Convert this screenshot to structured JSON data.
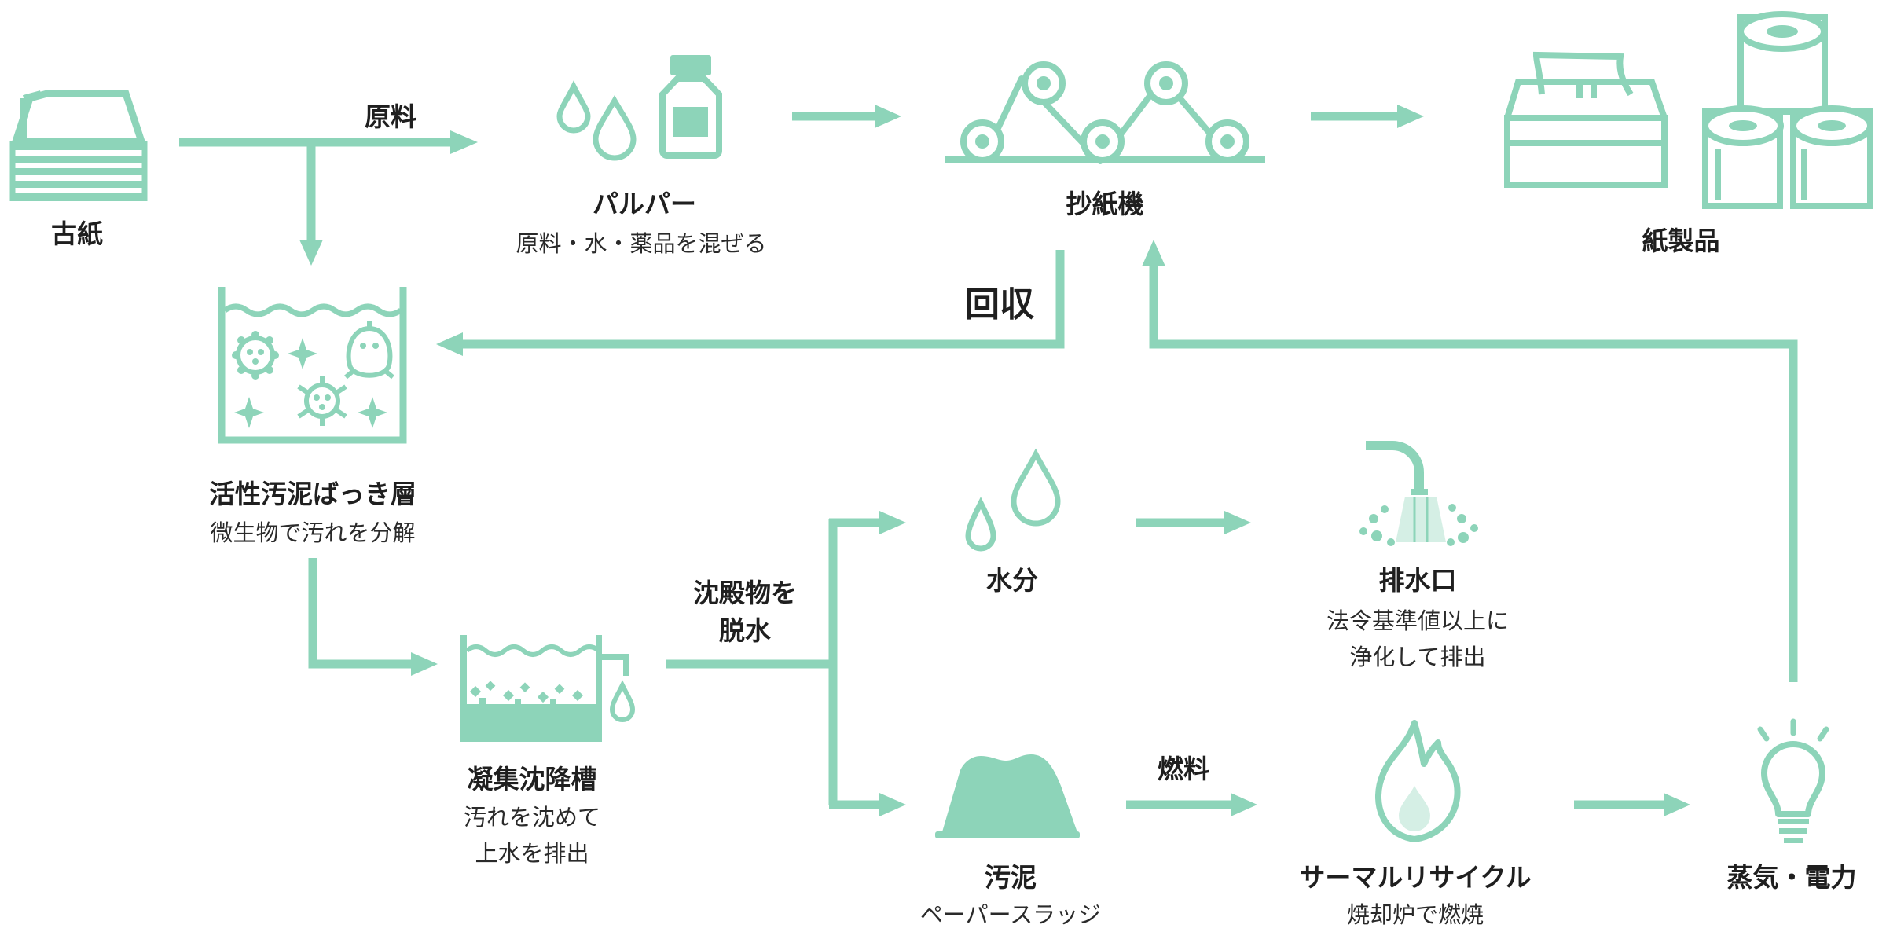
{
  "accent_color": "#8dd4b9",
  "accent_light": "#d5efe5",
  "nodes": {
    "koshi": {
      "title": "古紙"
    },
    "pulper": {
      "title": "パルパー",
      "desc": "原料・水・薬品を混ぜる"
    },
    "papermachine": {
      "title": "抄紙機"
    },
    "products": {
      "title": "紙製品"
    },
    "activated_sludge": {
      "title": "活性汚泥ばっき層",
      "desc": "微生物で汚れを分解"
    },
    "settling_tank": {
      "title": "凝集沈降槽",
      "desc_line1": "汚れを沈めて",
      "desc_line2": "上水を排出"
    },
    "water": {
      "title": "水分"
    },
    "drain": {
      "title": "排水口",
      "desc_line1": "法令基準値以上に",
      "desc_line2": "浄化して排出"
    },
    "sludge": {
      "title": "汚泥",
      "desc": "ペーパースラッジ"
    },
    "thermal": {
      "title": "サーマルリサイクル",
      "desc": "焼却炉で燃焼"
    },
    "energy": {
      "title": "蒸気・電力"
    }
  },
  "edge_labels": {
    "raw_material": "原料",
    "recovery": "回収",
    "dewater_line1": "沈殿物を",
    "dewater_line2": "脱水",
    "fuel": "燃料"
  },
  "icons": [
    "paper-stack-icon",
    "water-drops-icon",
    "chemical-bottle-icon",
    "paper-machine-rollers-icon",
    "tissue-box-icon",
    "toilet-paper-rolls-icon",
    "aeration-tank-microbes-icon",
    "settling-tank-icon",
    "water-drops-icon",
    "faucet-splash-icon",
    "sludge-pile-icon",
    "flame-icon",
    "light-bulb-icon"
  ]
}
